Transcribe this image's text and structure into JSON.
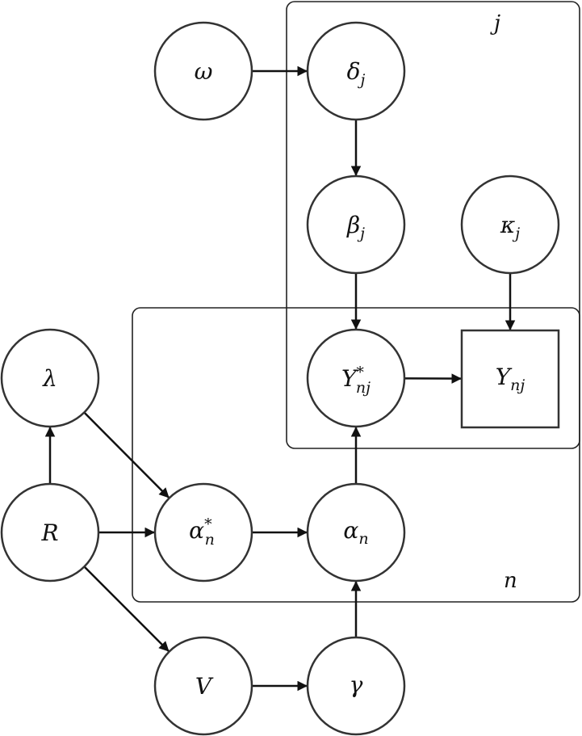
{
  "plates": {
    "j": "j",
    "n": "n"
  },
  "nodes": {
    "omega": {
      "base": "ω"
    },
    "delta": {
      "base": "δ",
      "sub": "j"
    },
    "beta": {
      "base": "β",
      "sub": "j"
    },
    "kappa": {
      "base": "κ",
      "sub": "j"
    },
    "lambda": {
      "base": "λ"
    },
    "ystar": {
      "base": "Y",
      "sup": "*",
      "sub": "nj"
    },
    "y": {
      "base": "Y",
      "sub": "nj"
    },
    "R": {
      "base": "R"
    },
    "alphastar": {
      "base": "α",
      "sup": "*",
      "sub": "n"
    },
    "alpha": {
      "base": "α",
      "sub": "n"
    },
    "V": {
      "base": "V"
    },
    "gamma": {
      "base": "γ"
    }
  },
  "edges": [
    [
      "omega",
      "delta"
    ],
    [
      "delta",
      "beta"
    ],
    [
      "beta",
      "ystar"
    ],
    [
      "kappa",
      "y"
    ],
    [
      "ystar",
      "y"
    ],
    [
      "R",
      "lambda"
    ],
    [
      "lambda",
      "alphastar"
    ],
    [
      "R",
      "alphastar"
    ],
    [
      "alphastar",
      "alpha"
    ],
    [
      "alpha",
      "ystar"
    ],
    [
      "R",
      "V"
    ],
    [
      "V",
      "gamma"
    ],
    [
      "gamma",
      "alpha"
    ]
  ]
}
